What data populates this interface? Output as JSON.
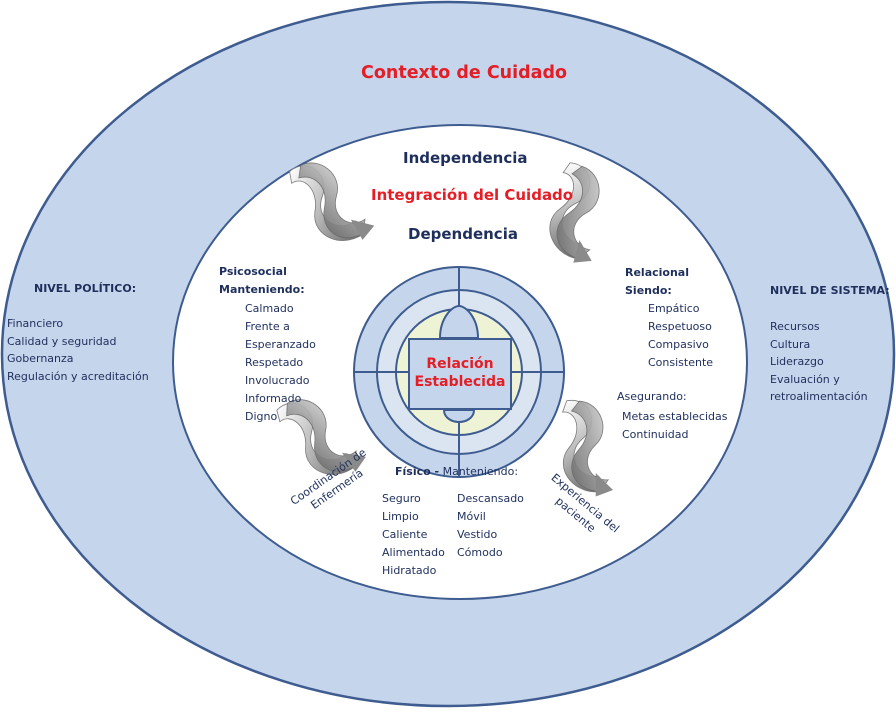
{
  "outer_title": "Contexto de Cuidado",
  "center": {
    "independence": "Independencia",
    "integration": "Integración del Cuidado",
    "dependence": "Dependencia",
    "core_line1": "Relación",
    "core_line2": "Establecida"
  },
  "political": {
    "title": "NIVEL POLÍTICO:",
    "items": [
      "Financiero",
      "Calidad y seguridad",
      "Gobernanza",
      "Regulación y acreditación"
    ]
  },
  "system": {
    "title": "NIVEL DE SISTEMA:",
    "items": [
      "Recursos",
      "Cultura",
      "Liderazgo",
      "Evaluación y",
      "retroalimentación"
    ]
  },
  "psychosocial": {
    "title_line1": "Psicosocial",
    "title_line2": "Manteniendo:",
    "items": [
      "Calmado",
      "Frente a",
      "Esperanzado",
      "Respetado",
      "Involucrado",
      "Informado",
      "Digno"
    ]
  },
  "relational": {
    "title_line1": "Relacional",
    "title_line2": "Siendo:",
    "items": [
      "Empático",
      "Respetuoso",
      "Compasivo",
      "Consistente"
    ]
  },
  "ensuring": {
    "title": "Asegurando:",
    "items": [
      "Metas establecidas",
      "Continuidad"
    ]
  },
  "physical": {
    "title_bold": "Físico -",
    "title_rest": " Manteniendo:",
    "col1": [
      "Seguro",
      "Limpio",
      "Caliente",
      "Alimentado",
      "Hidratado"
    ],
    "col2": [
      "Descansado",
      "Móvil",
      "Vestido",
      "Cómodo"
    ]
  },
  "coordination": {
    "line1": "Coordinación de",
    "line2": "Enfermería"
  },
  "experience": {
    "line1": "Experiencia del",
    "line2": "paciente"
  },
  "colors": {
    "outer_fill": "#c5d5ec",
    "ring_stroke": "#3e5c8f",
    "red": "#e41e26",
    "navy": "#1f2f5c",
    "core_fill": "#eef3d6"
  }
}
